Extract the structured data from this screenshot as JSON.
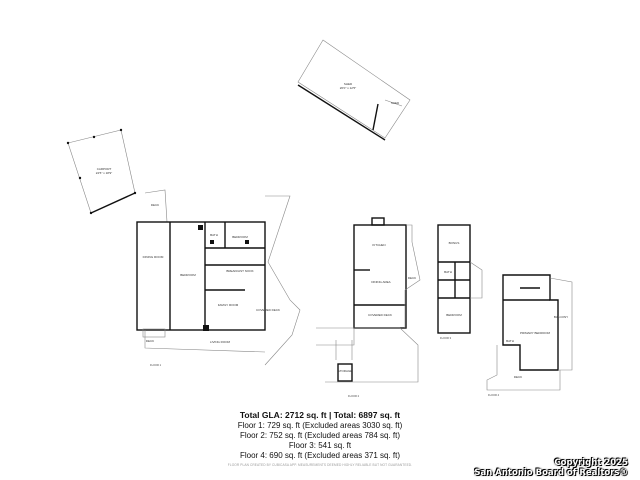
{
  "summary": {
    "total": "Total GLA: 2712 sq. ft | Total: 6897 sq. ft",
    "floors": [
      "Floor 1: 729 sq. ft (Excluded areas 3030 sq. ft)",
      "Floor 2: 752 sq. ft (Excluded areas 784 sq. ft)",
      "Floor 3: 541 sq. ft",
      "Floor 4: 690 sq. ft (Excluded areas 371 sq. ft)"
    ],
    "disclaimer": "FLOOR PLAN CREATED BY CUBICASA APP. MEASUREMENTS DEEMED HIGHLY RELIABLE BUT NOT GUARANTEED."
  },
  "watermark": {
    "line1": "Copyright 2025",
    "line2": "San Antonio Board of Realtors®"
  },
  "rooms": {
    "shed": "SHED",
    "shed_dims": "26'0\" x 12'5\"",
    "shed2": "SHED",
    "carport": "CARPORT",
    "carport_dims": "24'5\" x 18'9\"",
    "deck_top": "DECK",
    "dining_room": "DINING ROOM",
    "bedroom_f1a": "BEDROOM",
    "bath_f1": "BATH",
    "bedroom_f1b": "BEDROOM",
    "breakfast_nook": "BREAKFAST NOOK",
    "family_room": "FAMILY ROOM",
    "covered_deck": "COVERED DECK",
    "deck_f1": "DECK",
    "living_room": "LIVING ROOM",
    "kitchen_f2": "KITCHEN",
    "dining_area": "DINING AREA",
    "deck_f2": "DECK",
    "covered_deck_f2": "COVERED DECK",
    "storage": "STORAGE",
    "bonus": "BONUS",
    "bath_f3": "BATH",
    "bedroom_f3": "BEDROOM",
    "primary_bedroom": "PRIMARY BEDROOM",
    "balcony": "BALCONY",
    "bath_f4": "BATH",
    "deck_f4": "DECK"
  },
  "floor_names": {
    "f1": "FLOOR 1",
    "f2": "FLOOR 2",
    "f3": "FLOOR 3",
    "f4": "FLOOR 4"
  }
}
